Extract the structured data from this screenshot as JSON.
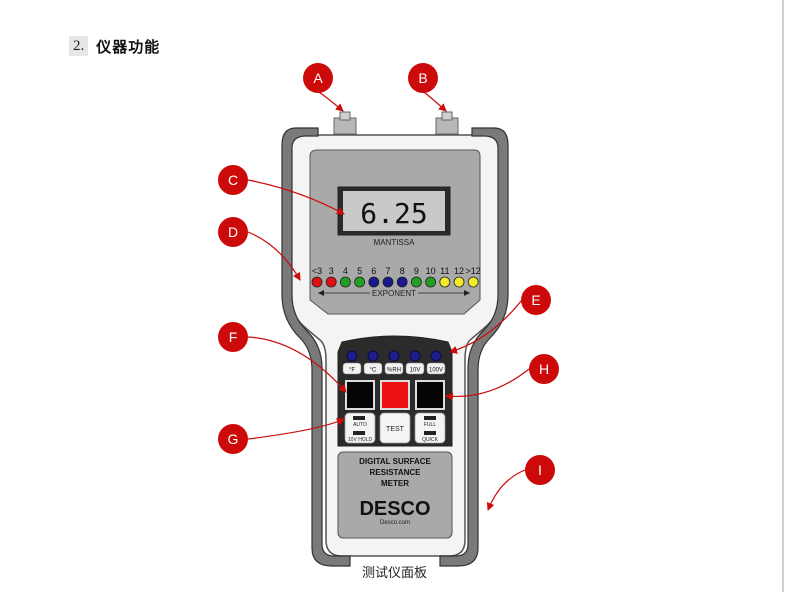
{
  "section": {
    "number": "2.",
    "title": "仪器功能"
  },
  "callouts": [
    "A",
    "B",
    "C",
    "D",
    "E",
    "F",
    "G",
    "H",
    "I"
  ],
  "display": {
    "value": "6.25",
    "label": "MANTISSA"
  },
  "exponent": {
    "labels": [
      "<3",
      "3",
      "4",
      "5",
      "6",
      "7",
      "8",
      "9",
      "10",
      "11",
      "12",
      ">12"
    ],
    "colors": [
      "#e01010",
      "#e01010",
      "#22a022",
      "#22a022",
      "#1a1a8c",
      "#1a1a8c",
      "#1a1a8c",
      "#22a022",
      "#22a022",
      "#f2ea2a",
      "#f2ea2a",
      "#f2ea2a"
    ],
    "label": "EXPONENT"
  },
  "mode_labels": [
    "°F",
    "°C",
    "%RH",
    "10V",
    "100V"
  ],
  "buttons": {
    "left_top": "AUTO",
    "left_bottom": "10V HOLD",
    "center": "TEST",
    "right_top": "FULL",
    "right_bottom": "QUICK"
  },
  "nameplate": {
    "line1": "DIGITAL SURFACE",
    "line2": "RESISTANCE",
    "line3": "METER",
    "brand": "DESCO",
    "url": "Desco.com"
  },
  "caption": "测试仪面板",
  "colors": {
    "callout": "#cc0a0a",
    "body": "#a9a9a9",
    "bumper": "#7a7a7a"
  }
}
